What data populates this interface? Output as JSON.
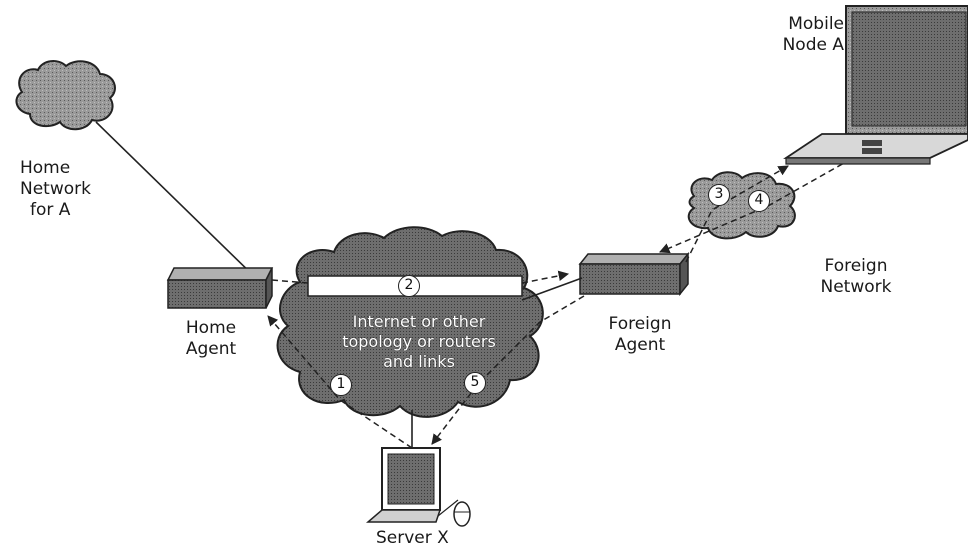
{
  "labels": {
    "home_network": [
      "Home",
      "Network",
      "for A"
    ],
    "home_agent": [
      "Home",
      "Agent"
    ],
    "internet": [
      "Internet or other",
      "topology or routers",
      "and links"
    ],
    "foreign_agent": [
      "Foreign",
      "Agent"
    ],
    "foreign_network": [
      "Foreign",
      "Network"
    ],
    "mobile_node": [
      "Mobile",
      "Node A"
    ],
    "server": "Server X"
  },
  "steps": [
    "1",
    "2",
    "3",
    "4",
    "5"
  ],
  "colors": {
    "stroke": "#222222",
    "cloud_fill": "#8a8a8a",
    "device_fill": "#7a7a7a"
  }
}
